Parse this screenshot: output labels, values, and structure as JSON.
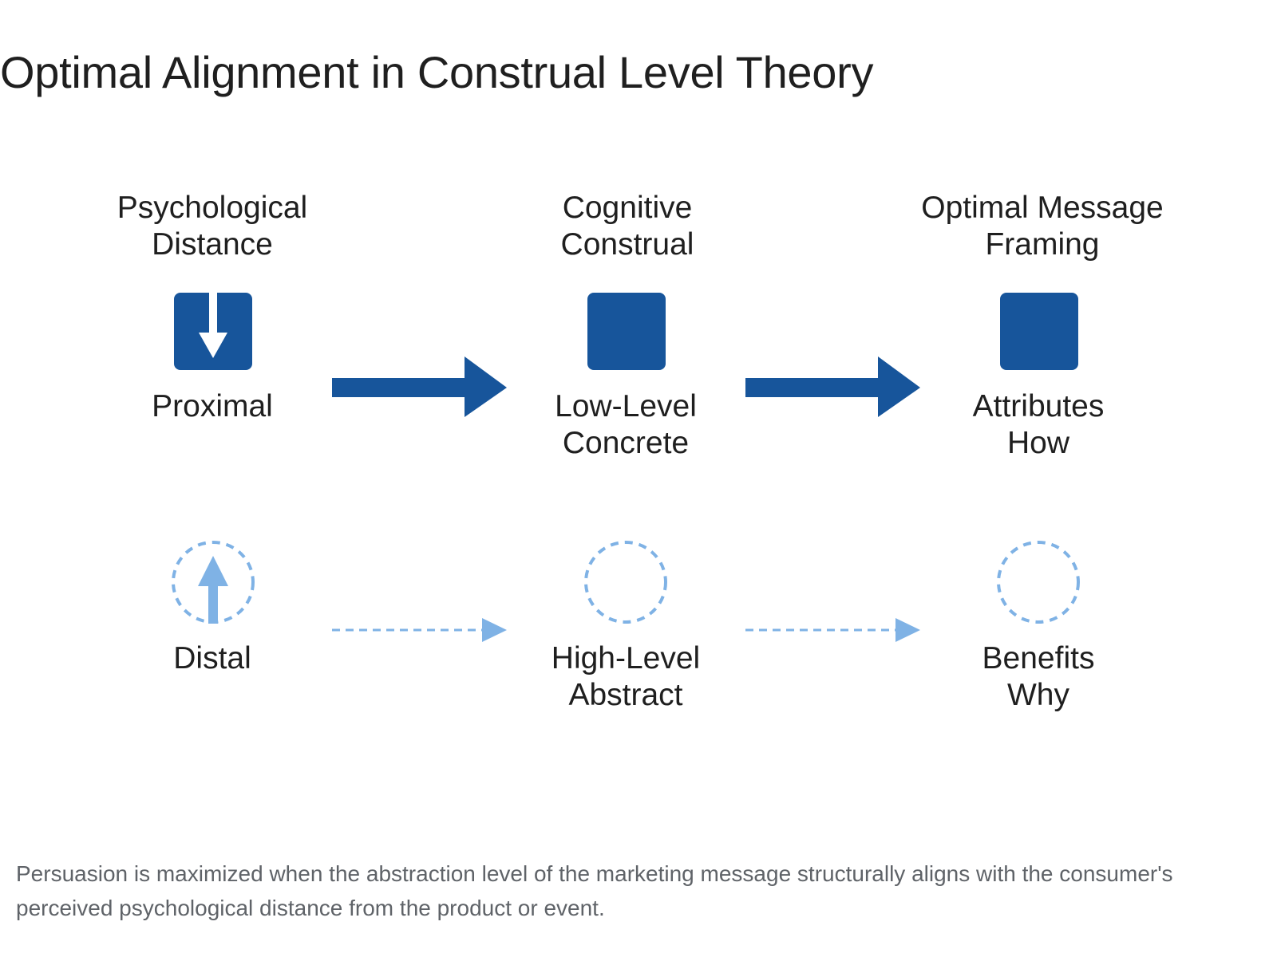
{
  "title": "Optimal Alignment in Construal Level Theory",
  "caption": "Persuasion is maximized when the abstraction level of the marketing message structurally aligns with the consumer's perceived psychological distance from the product or event.",
  "colors": {
    "primary": "#17559B",
    "secondary": "#7FB2E5",
    "text": "#1f1f1f",
    "caption": "#5f6368"
  },
  "columns": [
    {
      "header": "Psychological\nDistance"
    },
    {
      "header": "Cognitive\nConstrual"
    },
    {
      "header": "Optimal Message\nFraming"
    }
  ],
  "rows": [
    {
      "style": "solid",
      "nodes": [
        {
          "label": "Proximal",
          "icon": "down-arrow-square-icon"
        },
        {
          "label": "Low-Level\nConcrete",
          "icon": "square-icon"
        },
        {
          "label": "Attributes\nHow",
          "icon": "square-icon"
        }
      ]
    },
    {
      "style": "dashed",
      "nodes": [
        {
          "label": "Distal",
          "icon": "up-arrow-dashed-circle-icon"
        },
        {
          "label": "High-Level\nAbstract",
          "icon": "dashed-circle-icon"
        },
        {
          "label": "Benefits\nWhy",
          "icon": "dashed-circle-icon"
        }
      ]
    }
  ]
}
